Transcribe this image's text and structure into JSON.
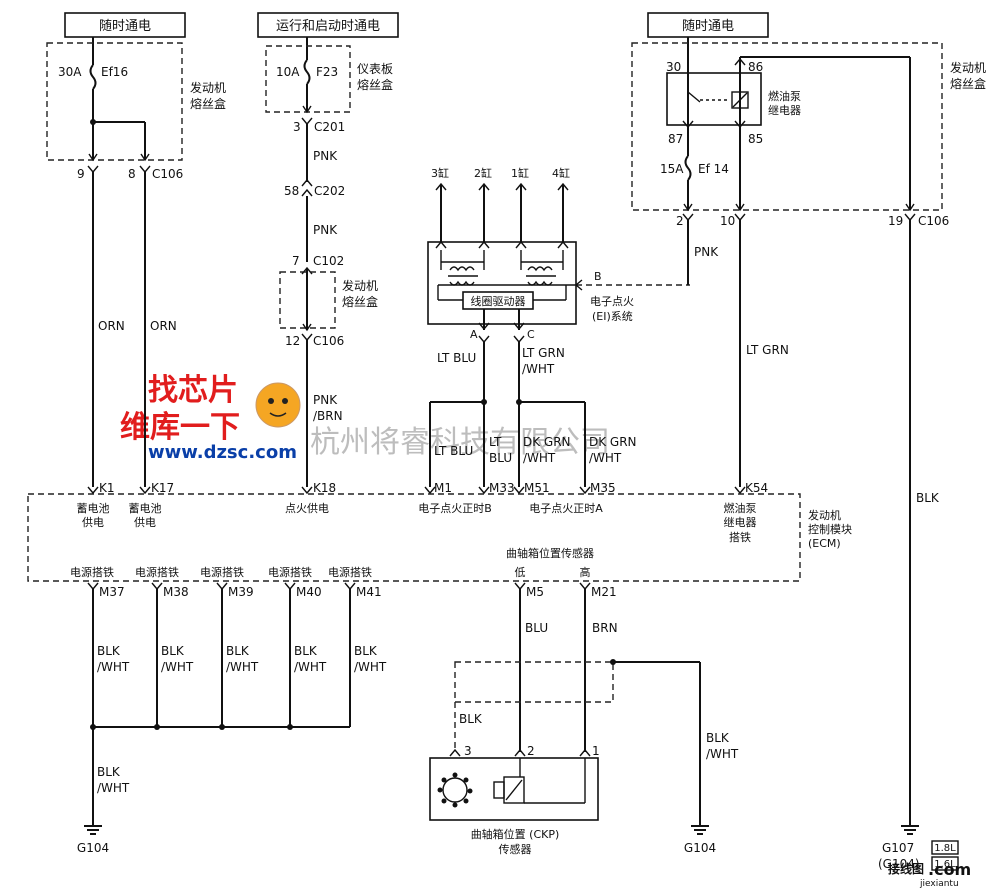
{
  "top_boxes": {
    "always_hot_left": "随时通电",
    "run_start": "运行和启动时通电",
    "always_hot_right": "随时通电"
  },
  "fuse_box_left": {
    "label_1": "发动机",
    "label_2": "熔丝盒",
    "fuse_rating": "30A",
    "fuse_name": "Ef16",
    "pin_9": "9",
    "pin_8": "8",
    "connector": "C106"
  },
  "ip_fuse_box": {
    "label_1": "仪表板",
    "label_2": "熔丝盒",
    "fuse_rating": "10A",
    "fuse_name": "F23",
    "pin": "3",
    "connector": "C201"
  },
  "wire_column": {
    "pnk_1": "PNK",
    "c202_pin": "58",
    "c202": "C202",
    "pnk_2": "PNK",
    "c102_pin": "7",
    "c102": "C102",
    "fuse_box_label_1": "发动机",
    "fuse_box_label_2": "熔丝盒",
    "c106_pin": "12",
    "c106": "C106",
    "pnk_brn_1": "PNK",
    "pnk_brn_2": "/BRN"
  },
  "orn_left": "ORN",
  "orn_right": "ORN",
  "ignition": {
    "cyl3": "3缸",
    "cyl2": "2缸",
    "cyl1": "1缸",
    "cyl4": "4缸",
    "driver": "线圈驱动器",
    "pin_a": "A",
    "pin_b": "B",
    "pin_c": "C",
    "system_1": "电子点火",
    "system_2": "(EI)系统",
    "lt_blu": "LT BLU",
    "lt_grn_1": "LT GRN",
    "lt_grn_2": "/WHT",
    "lt_blu_inner": "LT BLU",
    "lt_blu_b1": "LT",
    "lt_blu_b2": "BLU",
    "dk_grn_1a": "DK GRN",
    "dk_grn_1b": "/WHT",
    "dk_grn_2a": "DK GRN",
    "dk_grn_2b": "/WHT"
  },
  "relay_box": {
    "label_1": "发动机",
    "label_2": "熔丝盒",
    "relay_1": "燃油泵",
    "relay_2": "继电器",
    "p30": "30",
    "p86": "86",
    "p87": "87",
    "p85": "85",
    "fuse_rating": "15A",
    "fuse_name": "Ef 14",
    "pin_2": "2",
    "pin_10": "10",
    "pin_19": "19",
    "connector": "C106",
    "pnk": "PNK",
    "lt_grn": "LT GRN",
    "blk": "BLK"
  },
  "ecm": {
    "title_1": "发动机",
    "title_2": "控制模块",
    "title_3": "(ECM)",
    "k1": "K1",
    "k17": "K17",
    "k18": "K18",
    "m1": "M1",
    "m33": "M33",
    "m51": "M51",
    "m35": "M35",
    "k54": "K54",
    "batt_1": "蓄电池",
    "batt_2": "供电",
    "batt2_1": "蓄电池",
    "batt2_2": "供电",
    "ign_feed": "点火供电",
    "ei_b": "电子点火正时B",
    "ei_a": "电子点火正时A",
    "fp_1": "燃油泵",
    "fp_2": "继电器",
    "fp_3": "搭铁",
    "gnd_1": "电源搭铁",
    "gnd_2": "电源搭铁",
    "gnd_3": "电源搭铁",
    "gnd_4": "电源搭铁",
    "gnd_5": "电源搭铁",
    "ckp_title": "曲轴箱位置传感器",
    "low": "低",
    "high": "高",
    "m37": "M37",
    "m38": "M38",
    "m39": "M39",
    "m40": "M40",
    "m41": "M41",
    "m5": "M5",
    "m21": "M21"
  },
  "ground_wires": {
    "w1a": "BLK",
    "w1b": "/WHT",
    "w2a": "BLK",
    "w2b": "/WHT",
    "w3a": "BLK",
    "w3b": "/WHT",
    "w4a": "BLK",
    "w4b": "/WHT",
    "w5a": "BLK",
    "w5b": "/WHT",
    "w6a": "BLK",
    "w6b": "/WHT",
    "g104_left": "G104"
  },
  "ckp": {
    "blu": "BLU",
    "brn": "BRN",
    "blk": "BLK",
    "p3": "3",
    "p2": "2",
    "p1": "1",
    "name_1": "曲轴箱位置 (CKP)",
    "name_2": "传感器",
    "shield_1": "BLK",
    "shield_2": "/WHT",
    "g104": "G104"
  },
  "grounds_right": {
    "g107": "G107",
    "g107_tag": "1.8L",
    "g104": "(G104)",
    "g104_tag": "1.6L"
  },
  "watermark": {
    "company": "杭州将睿科技有限公司",
    "logo_top": "找芯片",
    "logo_mid": "维库一下",
    "logo_url": "www.dzsc.com",
    "corner_1": "接线图",
    "corner_2": ".com",
    "corner_3": "jiexiantu"
  }
}
